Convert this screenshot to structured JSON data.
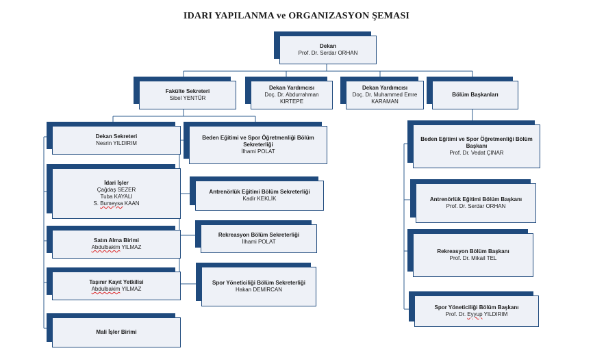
{
  "title": "IDARI YAPILANMA ve ORGANIZASYON ŞEMASI",
  "dekan": {
    "title": "Dekan",
    "name": "Prof. Dr. Serdar ORHAN"
  },
  "fakulte_sekreteri": {
    "title": "Fakülte Sekreteri",
    "name": "Sibel YENTÜR"
  },
  "dekan_yardimcisi_1": {
    "title": "Dekan Yardımcısı",
    "name": "Doç. Dr. Abdurrahman KIRTEPE"
  },
  "dekan_yardimcisi_2": {
    "title": "Dekan Yardımcısı",
    "name": "Doç. Dr. Muhammed Emre KARAMAN"
  },
  "bolum_baskanlari": {
    "title": "Bölüm Başkanları"
  },
  "dekan_sekreteri": {
    "title": "Dekan Sekreteri",
    "name": "Nesrin YILDIRIM"
  },
  "idari_isler": {
    "title": "İdari İşler",
    "names": [
      "Çağdaş SEZER",
      "Tuba KAYALI"
    ],
    "name3_prefix": "S. ",
    "name3_wavy": "Bumeysa",
    "name3_suffix": " KAAN"
  },
  "satin_alma": {
    "title": "Satın Alma Birimi",
    "name_wavy": "Abdulbakim",
    "name_rest": " YILMAZ"
  },
  "tasinir": {
    "title": "Taşınır Kayıt Yetkilisi",
    "name_wavy": "Abdulbakim",
    "name_rest": " YILMAZ"
  },
  "mali_isler": {
    "title": "Mali İşler Birimi"
  },
  "bes_sekreter": {
    "title": "Beden Eğitimi ve Spor Öğretmenliği Bölüm Sekreterliği",
    "name": "İlhami POLAT"
  },
  "antrenorluk_sekreter": {
    "title": "Antrenörlük Eğitimi Bölüm Sekreterliği",
    "name": "Kadir KEKLİK"
  },
  "rekreasyon_sekreter": {
    "title": "Rekreasyon Bölüm Sekreterliği",
    "name": "İlhami POLAT"
  },
  "spor_yon_sekreter": {
    "title": "Spor Yöneticiliği Bölüm Sekreterliği",
    "name": "Hakan DEMİRCAN"
  },
  "bes_baskan": {
    "title": "Beden Eğitimi ve Spor Öğretmenliği Bölüm Başkanı",
    "name": "Prof. Dr. Vedat ÇINAR"
  },
  "antrenorluk_baskan": {
    "title": "Antrenörlük Eğitimi Bölüm Başkanı",
    "name": "Prof. Dr. Serdar ORHAN"
  },
  "rekreasyon_baskan": {
    "title": "Rekreasyon Bölüm Başkanı",
    "name": "Prof. Dr. Mikail TEL"
  },
  "spor_yon_baskan": {
    "title": "Spor Yöneticiliği Bölüm Başkanı",
    "name_prefix": "Prof. Dr. ",
    "name_wavy": "Eyyup",
    "name_suffix": " YILDIRIM"
  }
}
